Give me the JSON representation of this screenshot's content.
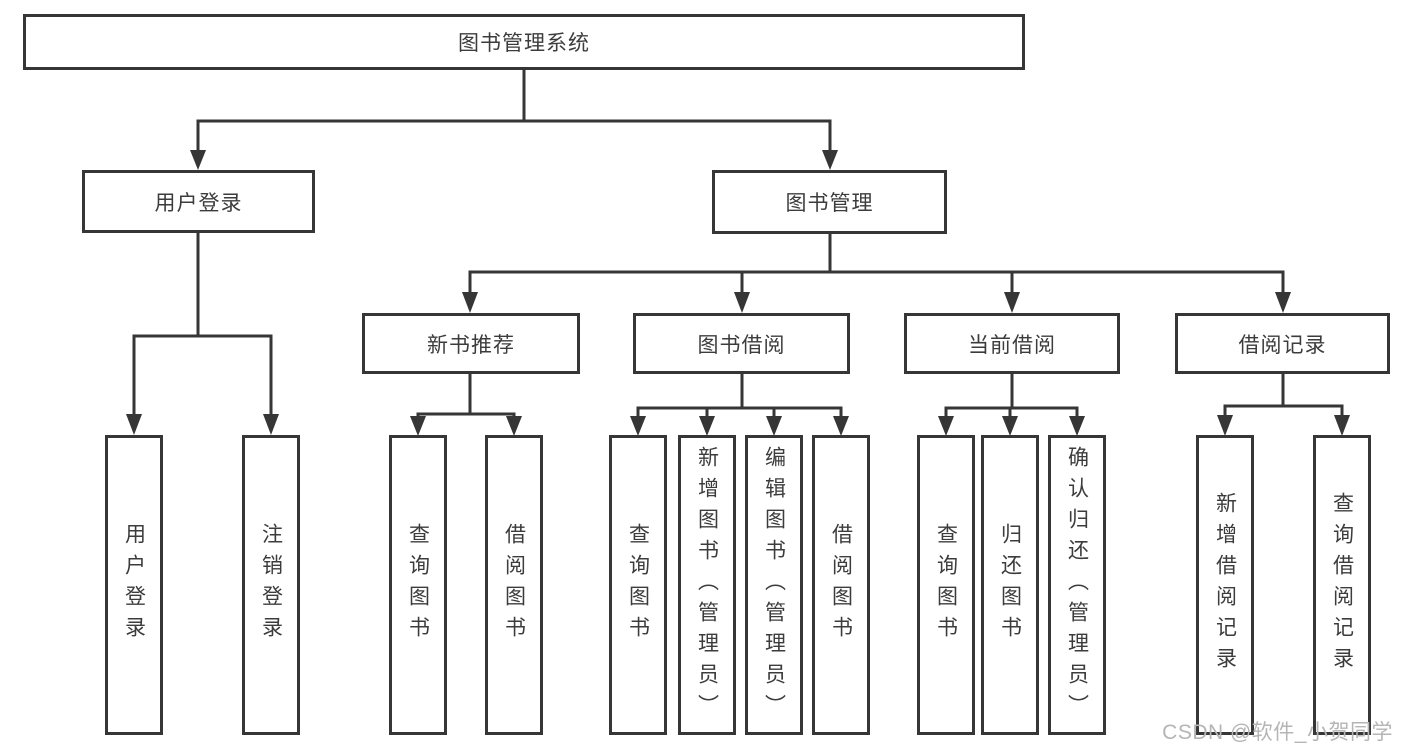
{
  "tree": {
    "label": "图书管理系统",
    "children": [
      {
        "label": "用户登录",
        "children": [
          {
            "label": "用户登录"
          },
          {
            "label": "注销登录"
          }
        ]
      },
      {
        "label": "图书管理",
        "children": [
          {
            "label": "新书推荐",
            "children": [
              {
                "label": "查询图书"
              },
              {
                "label": "借阅图书"
              }
            ]
          },
          {
            "label": "图书借阅",
            "children": [
              {
                "label": "查询图书"
              },
              {
                "label": "新增图书（管理员）"
              },
              {
                "label": "编辑图书（管理员）"
              },
              {
                "label": "借阅图书"
              }
            ]
          },
          {
            "label": "当前借阅",
            "children": [
              {
                "label": "查询图书"
              },
              {
                "label": "归还图书"
              },
              {
                "label": "确认归还（管理员）"
              }
            ]
          },
          {
            "label": "借阅记录",
            "children": [
              {
                "label": "新增借阅记录"
              },
              {
                "label": "查询借阅记录"
              }
            ]
          }
        ]
      }
    ]
  },
  "watermark": "CSDN @软件_小贺同学",
  "colors": {
    "line": "#363636",
    "box_border": "#363636",
    "text": "#3c3c3c",
    "watermark_text": "#b5b5b5",
    "background": "#ffffff"
  }
}
